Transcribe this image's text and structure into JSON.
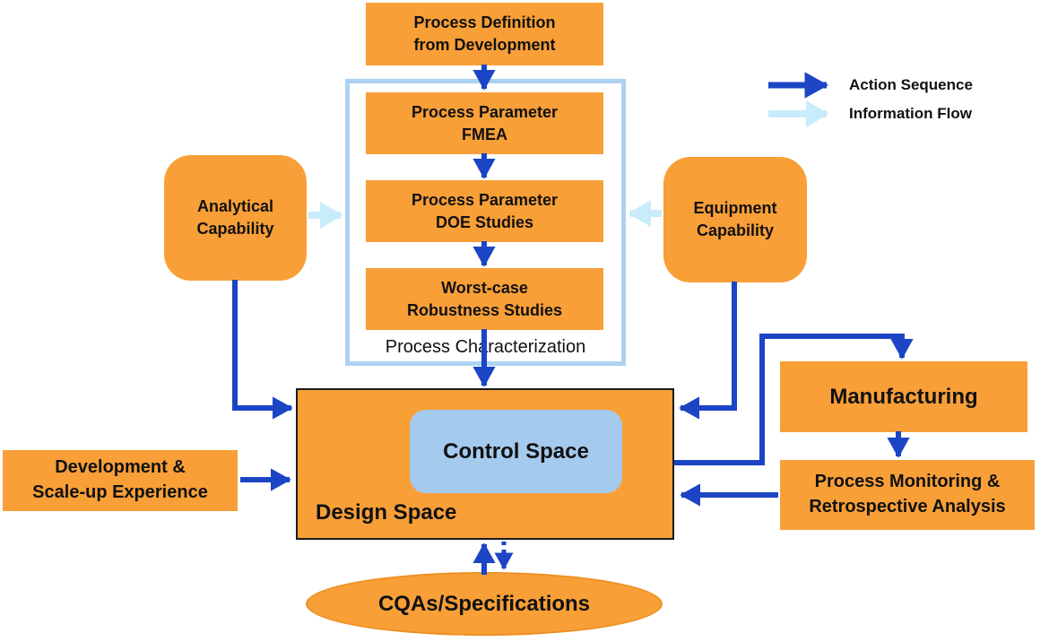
{
  "diagram": {
    "nodes": {
      "process_definition": {
        "label": "Process Definition\nfrom Development"
      },
      "fmea": {
        "label": "Process Parameter\nFMEA"
      },
      "doe": {
        "label": "Process Parameter\nDOE Studies"
      },
      "worst_case": {
        "label": "Worst-case\nRobustness Studies"
      },
      "process_characterization": {
        "label": "Process Characterization"
      },
      "analytical": {
        "label": "Analytical\nCapability"
      },
      "equipment": {
        "label": "Equipment\nCapability"
      },
      "design_space": {
        "label": "Design Space"
      },
      "control_space": {
        "label": "Control Space"
      },
      "development": {
        "label": "Development &\nScale-up Experience"
      },
      "manufacturing": {
        "label": "Manufacturing"
      },
      "monitoring": {
        "label": "Process Monitoring &\nRetrospective Analysis"
      },
      "cqas": {
        "label": "CQAs/Specifications"
      }
    },
    "legend": {
      "action_sequence": "Action Sequence",
      "information_flow": "Information Flow"
    },
    "colors": {
      "node_orange": "#F89F38",
      "action_arrow_blue": "#1B45C4",
      "information_arrow_blue": "#C8ECFA",
      "container_border_blue": "#ADD2F2",
      "control_space_fill": "#A4CAEE",
      "design_space_border": "#1A1A1A"
    }
  }
}
